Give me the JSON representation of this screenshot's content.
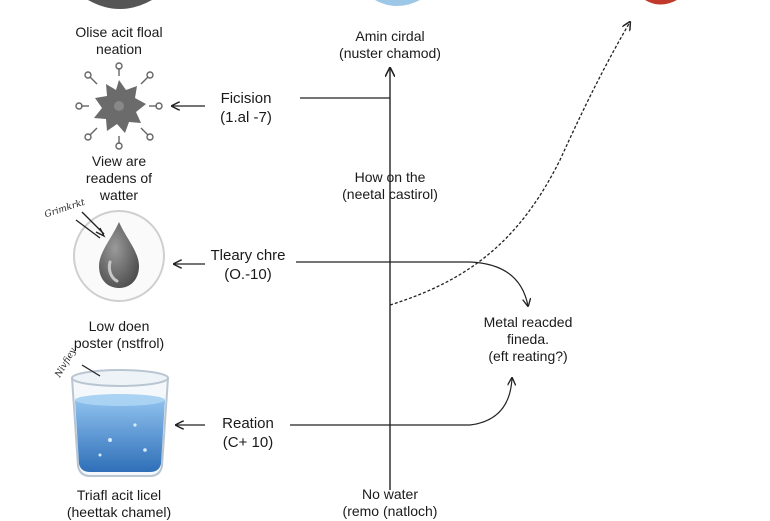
{
  "left_items": [
    {
      "caption": [
        "Olise acit floal",
        "neation"
      ],
      "arrow_label": [
        "Ficision",
        "(1.al -7)"
      ]
    },
    {
      "caption": [
        "View are",
        "readens of",
        "watter"
      ],
      "arrow_label": [
        "Tleary chre",
        "(O.-10)"
      ],
      "icon_tag": "Grimkrkt"
    },
    {
      "caption": [
        "Low doen",
        "poster (nstfrol)"
      ],
      "arrow_label": [
        "Reation",
        "(C+ 10)"
      ],
      "icon_tag": "Nivfiey"
    },
    {
      "caption": [
        "Triafl acit licel",
        "(heettak chamel)"
      ]
    }
  ],
  "axis_labels": {
    "top": [
      "Amin cirdal",
      "(nuster chamod)"
    ],
    "middle": [
      "How on the",
      "(neetal castirol)"
    ],
    "bottom": [
      "No water",
      "(remo (natloch)"
    ]
  },
  "right_label": [
    "Metal reacded",
    "fineda.",
    "(eft reating?)"
  ],
  "colors": {
    "line": "#222222",
    "icon": "#6b6b6b",
    "water": "#4a86c8",
    "accent_red": "#c0392b"
  },
  "icons": [
    "gear-virus-icon",
    "water-drop-icon",
    "water-glass-icon"
  ]
}
